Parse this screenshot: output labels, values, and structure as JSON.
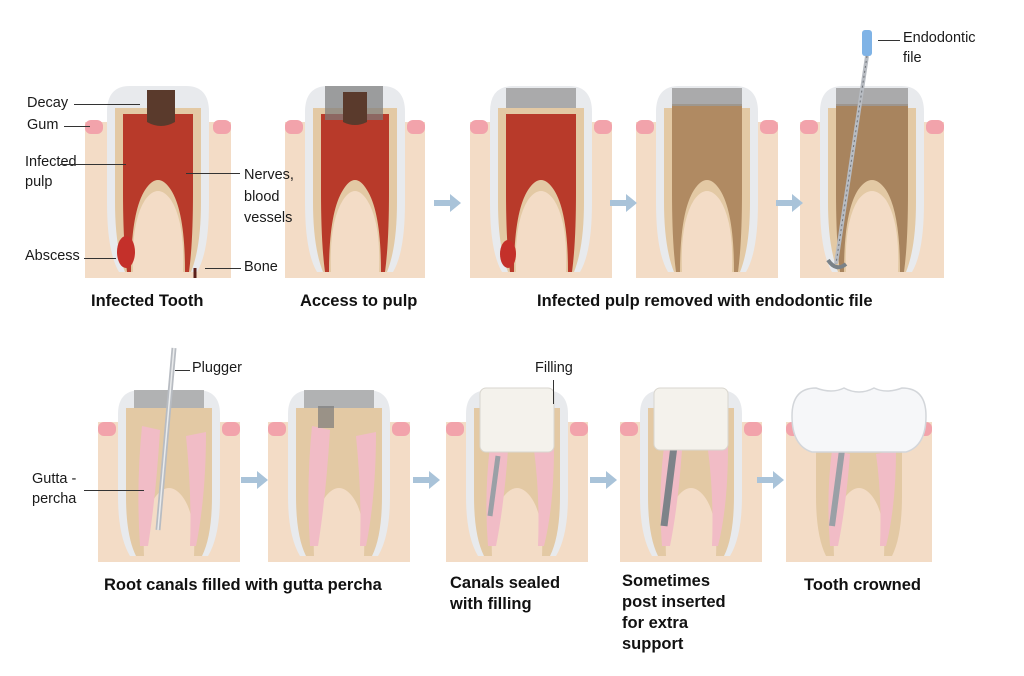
{
  "captions": {
    "infected_tooth": "Infected Tooth",
    "access_to_pulp": "Access to pulp",
    "pulp_removed": "Infected pulp removed with endodontic file",
    "root_canals_filled": "Root canals filled with gutta percha",
    "canals_sealed_1": "Canals sealed",
    "canals_sealed_2": "with filling",
    "post_1": "Sometimes",
    "post_2": "post inserted",
    "post_3": "for extra",
    "post_4": "support",
    "tooth_crowned": "Tooth crowned"
  },
  "labels": {
    "decay": "Decay",
    "gum": "Gum",
    "infected_pulp_1": "Infected",
    "infected_pulp_2": "pulp",
    "abscess": "Abscess",
    "nerves_1": "Nerves,",
    "nerves_2": "blood",
    "nerves_3": "vessels",
    "bone": "Bone",
    "endo_file_1": "Endodontic",
    "endo_file_2": "file",
    "plugger": "Plugger",
    "gutta_1": "Gutta -",
    "gutta_2": "percha",
    "filling": "Filling"
  },
  "colors": {
    "bone": "#f3dcc6",
    "gum": "#f2a3ab",
    "enamel": "#e8eaed",
    "dentin": "#e3c9a4",
    "pulp_infected": "#b83a2a",
    "pulp_cleaned": "#b08a62",
    "gutta_percha": "#f1bcc6",
    "filling": "#f4f2ec",
    "arrow": "#a9c3d9"
  }
}
